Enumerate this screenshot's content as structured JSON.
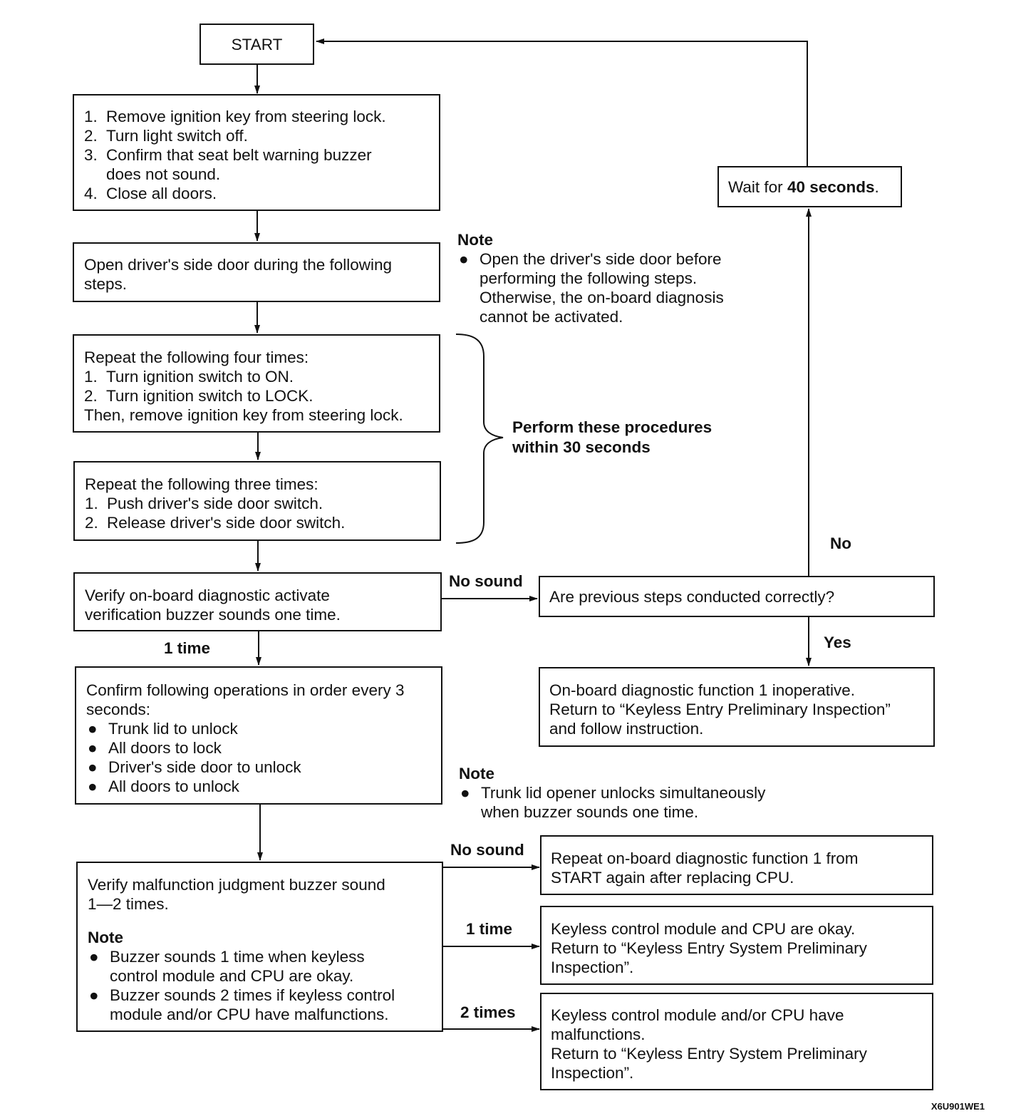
{
  "start": {
    "label": "START"
  },
  "step_prep": {
    "items": [
      "Remove ignition key from steering lock.",
      "Turn light switch off.",
      "Confirm that seat belt warning buzzer",
      "does not sound.",
      "Close all doors."
    ],
    "numbers": [
      "1.",
      "2.",
      "3.",
      "4."
    ]
  },
  "step_open_door": {
    "text": "Open driver's side door during the following",
    "text2": "steps."
  },
  "note_open_door": {
    "head": "Note",
    "bullet": "●",
    "lines": [
      "Open the driver's side door before",
      "performing the following steps.",
      "Otherwise, the on-board diagnosis",
      "cannot be activated."
    ]
  },
  "step_ignition": {
    "intro": "Repeat the following four times:",
    "numbers": [
      "1.",
      "2."
    ],
    "items": [
      "Turn ignition switch to ON.",
      "Turn ignition switch to LOCK."
    ],
    "outro": "Then, remove ignition key from steering lock."
  },
  "step_door_switch": {
    "intro": "Repeat the following three times:",
    "numbers": [
      "1.",
      "2."
    ],
    "items": [
      "Push driver's side door switch.",
      "Release driver's side door switch."
    ]
  },
  "bracket_label": {
    "line1": "Perform these procedures",
    "line2": "within 30 seconds"
  },
  "step_verify_activate": {
    "line1": "Verify on-board diagnostic activate",
    "line2": "verification buzzer sounds one time."
  },
  "label_no_sound_1": "No sound",
  "check_previous": {
    "text": "Are previous steps conducted correctly?"
  },
  "label_no": "No",
  "label_yes": "Yes",
  "wait_box": {
    "prefix": "Wait for ",
    "bold": "40 seconds",
    "suffix": "."
  },
  "inoperative_box": {
    "lines": [
      "On-board diagnostic function 1 inoperative.",
      "Return to “Keyless Entry Preliminary Inspection”",
      "and follow instruction."
    ]
  },
  "label_1_time_a": "1 time",
  "step_confirm_ops": {
    "intro1": "Confirm following operations in order every 3",
    "intro2": "seconds:",
    "bullet": "●",
    "items": [
      "Trunk lid to unlock",
      "All doors to lock",
      "Driver's side door to unlock",
      "All doors to unlock"
    ]
  },
  "note_trunk": {
    "head": "Note",
    "bullet": "●",
    "lines": [
      "Trunk lid opener unlocks simultaneously",
      "when buzzer sounds one time."
    ]
  },
  "step_verify_malfunction": {
    "line1": "Verify malfunction judgment buzzer sound",
    "line2": "1—2 times.",
    "note_head": "Note",
    "bullet": "●",
    "note1a": "Buzzer sounds 1 time when keyless",
    "note1b": "control module and CPU are okay.",
    "note2a": "Buzzer sounds 2 times if keyless control",
    "note2b": "module and/or CPU have malfunctions."
  },
  "label_no_sound_2": "No sound",
  "label_1_time_b": "1 time",
  "label_2_times": "2 times",
  "result_replace_cpu": {
    "lines": [
      "Repeat on-board diagnostic function 1 from",
      "START again after replacing CPU."
    ]
  },
  "result_okay": {
    "lines": [
      "Keyless control module and CPU are okay.",
      "Return to “Keyless Entry System Preliminary",
      "Inspection”."
    ]
  },
  "result_malfunction": {
    "lines": [
      "Keyless control module and/or CPU have",
      "malfunctions.",
      "Return to “Keyless Entry System Preliminary",
      "Inspection”."
    ]
  },
  "figure_code": "X6U901WE1"
}
